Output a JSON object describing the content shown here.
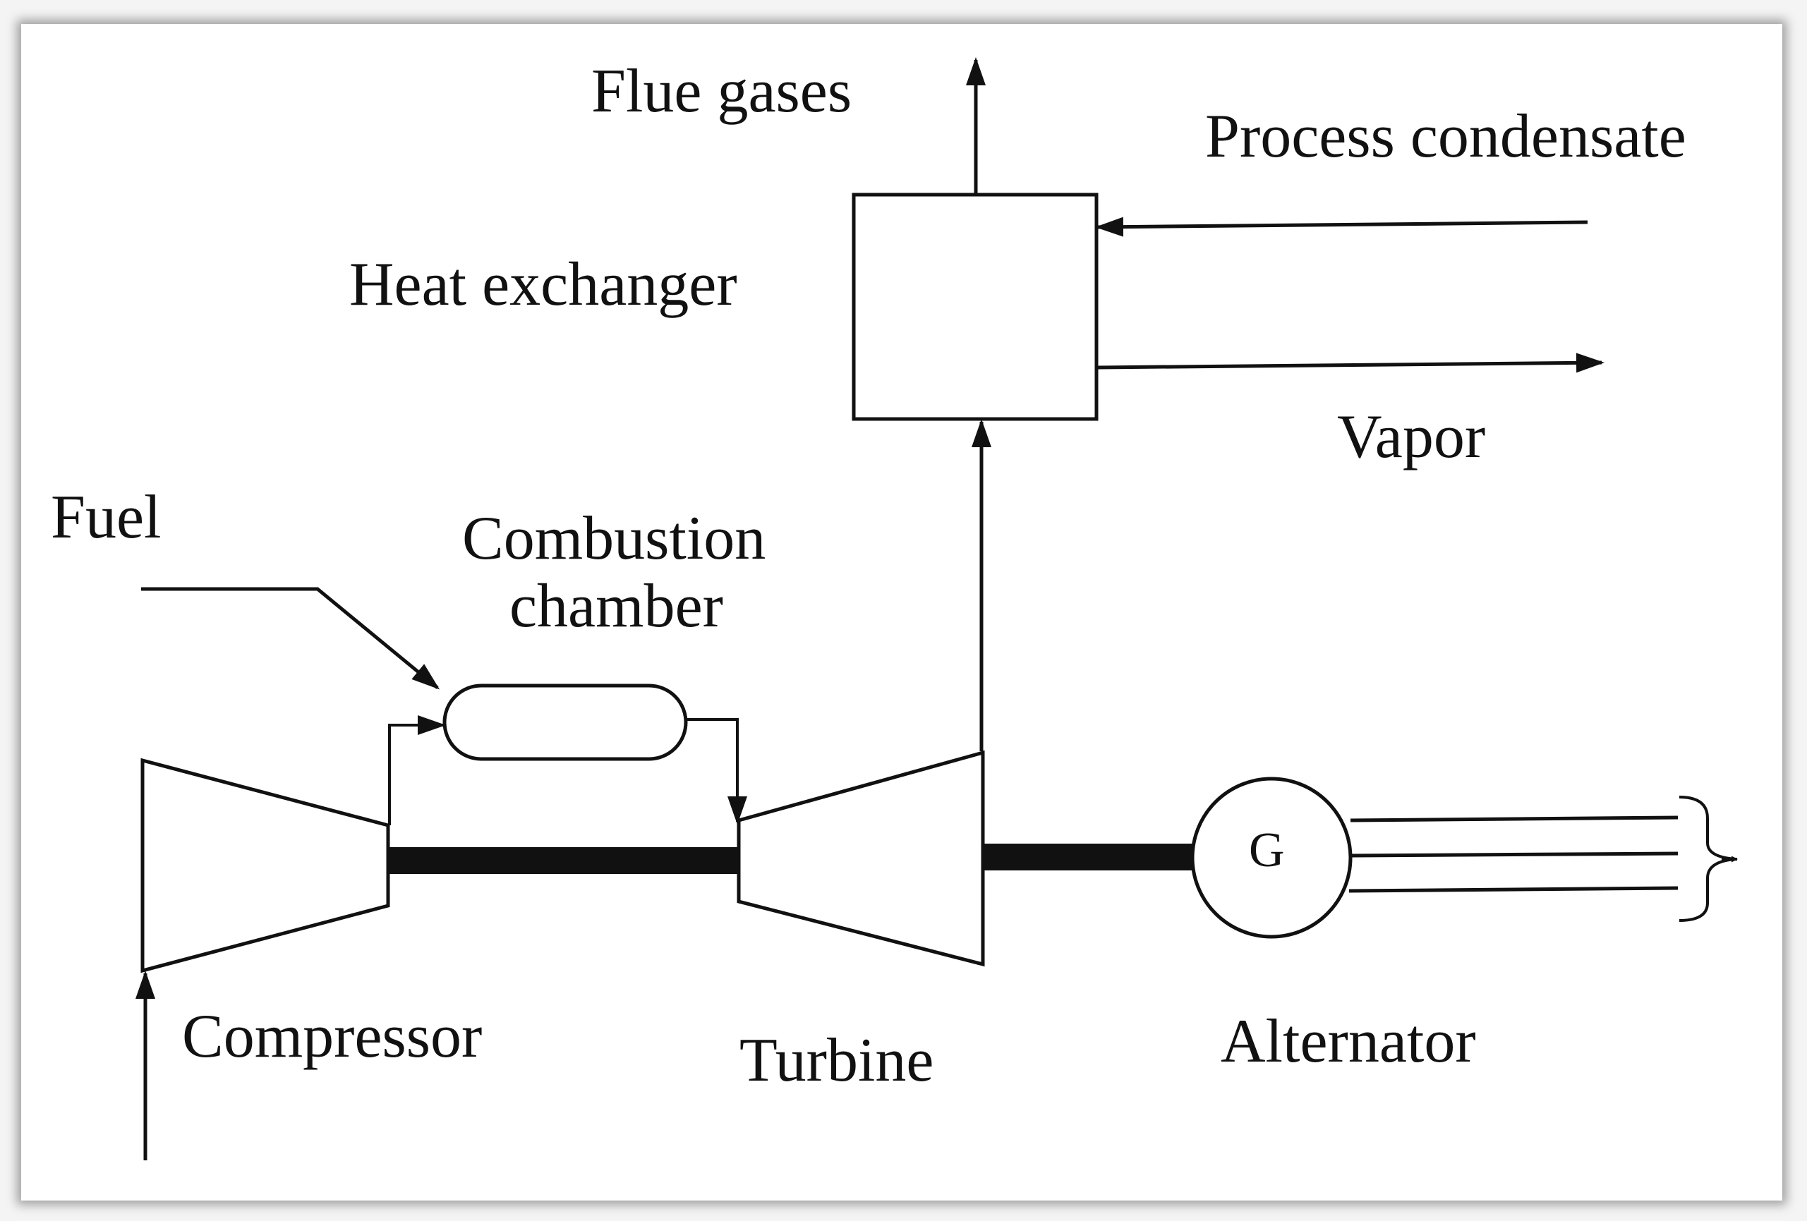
{
  "diagram": {
    "labels": {
      "flue_gases": "Flue gases",
      "process_condensate": "Process condensate",
      "heat_exchanger": "Heat exchanger",
      "vapor": "Vapor",
      "fuel": "Fuel",
      "combustion_chamber_line1": "Combustion",
      "combustion_chamber_line2": "chamber",
      "compressor": "Compressor",
      "turbine": "Turbine",
      "alternator": "Alternator",
      "generator_symbol": "G"
    },
    "colors": {
      "line": "#111111",
      "background": "#ffffff",
      "frame_shadow": "#000000"
    }
  }
}
